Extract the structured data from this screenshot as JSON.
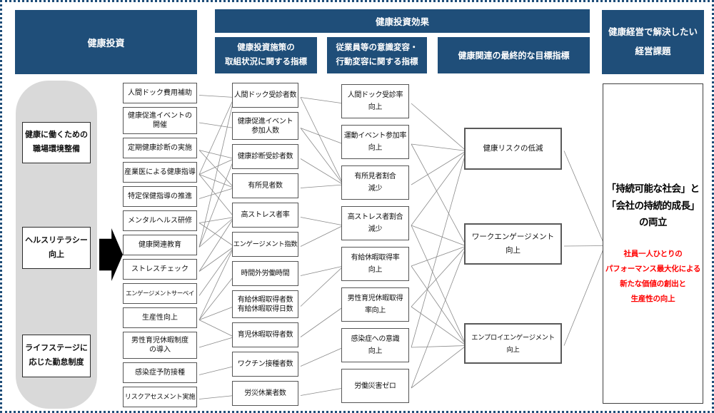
{
  "accent_color": "#1f4e79",
  "line_color": "#8a8a8a",
  "header": {
    "investment": "健康投資",
    "effect": "健康投資効果",
    "effect_sub1": "健康投資施策の\n取組状況に関する指標",
    "effect_sub2": "従業員等の意識変容・\n行動変容に関する指標",
    "effect_sub3": "健康関連の最終的な目標指標",
    "management_issue": "健康経営で解決したい\n経営課題"
  },
  "foundations": [
    "健康に働くための\n職場環境整備",
    "ヘルスリテラシー\n向上",
    "ライフステージに\n応じた勤怠制度"
  ],
  "measures": [
    "人間ドック費用補助",
    "健康促進イベントの\n開催",
    "定期健康診断の実施",
    "産業医による健康指導",
    "特定保健指導の推進",
    "メンタルヘルス研修",
    "健康関連教育",
    "ストレスチェック",
    "エンゲージメントサーベイ",
    "生産性向上",
    "男性育児休暇制度\nの導入",
    "感染症予防接種",
    "リスクアセスメント実施"
  ],
  "status_indicators": [
    "人間ドック受診者数",
    "健康促進イベント\n参加人数",
    "健康診断受診者数",
    "有所見者数",
    "高ストレス者率",
    "エンゲージメント指数",
    "時間外労働時間",
    "有給休暇取得者数\n有給休暇取得日数",
    "育児休暇取得者数",
    "ワクチン接種者数",
    "労災休業者数"
  ],
  "behavior_indicators": [
    "人間ドック受診率\n向上",
    "運動イベント参加率\n向上",
    "有所見者割合\n減少",
    "高ストレス者割合\n減少",
    "有給休暇取得率\n向上",
    "男性育児休暇取得\n率向上",
    "感染症への意識\n向上",
    "労働災害ゼロ"
  ],
  "target_indicators": [
    "健康リスクの低減",
    "ワークエンゲージメント\n向上",
    "エンプロイエンゲージメント\n向上"
  ],
  "goal": {
    "main": "「持続可能な社会」と\n「会社の持続的成長」\nの両立",
    "sub": "社員一人ひとりの\nパフォーマンス最大化による\n新たな価値の創出と\n生産性の向上",
    "sub_color": "#ff0000"
  },
  "edges": [
    [
      "m1",
      "a1"
    ],
    [
      "m2",
      "a2"
    ],
    [
      "m3",
      "a3"
    ],
    [
      "m3",
      "a4"
    ],
    [
      "m4",
      "a1"
    ],
    [
      "m4",
      "a3"
    ],
    [
      "m4",
      "a4"
    ],
    [
      "m4",
      "a5"
    ],
    [
      "m5",
      "a4"
    ],
    [
      "m6",
      "a5"
    ],
    [
      "m6",
      "a6"
    ],
    [
      "m7",
      "a1"
    ],
    [
      "m7",
      "a3"
    ],
    [
      "m7",
      "a5"
    ],
    [
      "m8",
      "a5"
    ],
    [
      "m8",
      "a6"
    ],
    [
      "m9",
      "a6"
    ],
    [
      "m10",
      "a6"
    ],
    [
      "m10",
      "a7"
    ],
    [
      "m10",
      "a8"
    ],
    [
      "m10",
      "a9"
    ],
    [
      "m11",
      "a9"
    ],
    [
      "m12",
      "a10"
    ],
    [
      "m13",
      "a11"
    ],
    [
      "a1",
      "b1"
    ],
    [
      "a1",
      "b3"
    ],
    [
      "a2",
      "b2"
    ],
    [
      "a2",
      "b3"
    ],
    [
      "a3",
      "b3"
    ],
    [
      "a4",
      "b3"
    ],
    [
      "a5",
      "b4"
    ],
    [
      "a6",
      "b4"
    ],
    [
      "a7",
      "b5"
    ],
    [
      "a8",
      "b5"
    ],
    [
      "a9",
      "b6"
    ],
    [
      "a10",
      "b7"
    ],
    [
      "a11",
      "b8"
    ],
    [
      "b1",
      "t1"
    ],
    [
      "b2",
      "t1"
    ],
    [
      "b3",
      "t1"
    ],
    [
      "b4",
      "t1"
    ],
    [
      "b7",
      "t1"
    ],
    [
      "b2",
      "t2"
    ],
    [
      "b4",
      "t2"
    ],
    [
      "b5",
      "t2"
    ],
    [
      "b6",
      "t2"
    ],
    [
      "b8",
      "t2"
    ],
    [
      "b4",
      "t3"
    ],
    [
      "b5",
      "t3"
    ],
    [
      "b6",
      "t3"
    ],
    [
      "b7",
      "t3"
    ],
    [
      "b8",
      "t3"
    ],
    [
      "t1",
      "goal"
    ],
    [
      "t2",
      "goal"
    ],
    [
      "t3",
      "goal"
    ]
  ]
}
